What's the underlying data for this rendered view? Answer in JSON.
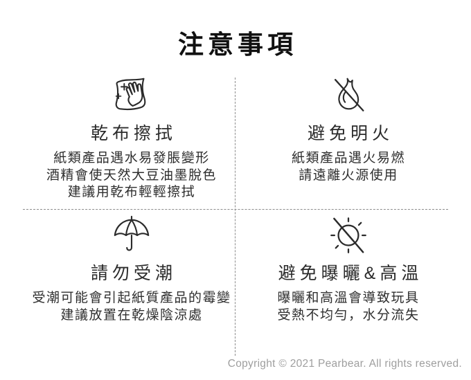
{
  "page": {
    "title": "注意事項",
    "copyright": "Copyright © 2021 Pearbear. All rights reserved."
  },
  "colors": {
    "background": "#ffffff",
    "text": "#2b2b2b",
    "title": "#111111",
    "divider": "#8c8c8c",
    "copyright": "#9e9e9e"
  },
  "sections": [
    {
      "icon": "cloth-wipe-icon",
      "title": "乾布擦拭",
      "lines": [
        "紙類產品遇水易發脹變形",
        "酒精會使天然大豆油墨脫色",
        "建議用乾布輕輕擦拭"
      ]
    },
    {
      "icon": "no-open-flame-icon",
      "title": "避免明火",
      "lines": [
        "紙類產品遇火易燃",
        "請遠離火源使用"
      ]
    },
    {
      "icon": "umbrella-icon",
      "title": "請勿受潮",
      "lines": [
        "受潮可能會引起紙質產品的霉變",
        "建議放置在乾燥陰涼處"
      ]
    },
    {
      "icon": "no-sun-icon",
      "title": "避免曝曬&高溫",
      "lines": [
        "曝曬和高溫會導致玩具",
        "受熱不均勻，水分流失"
      ]
    }
  ]
}
